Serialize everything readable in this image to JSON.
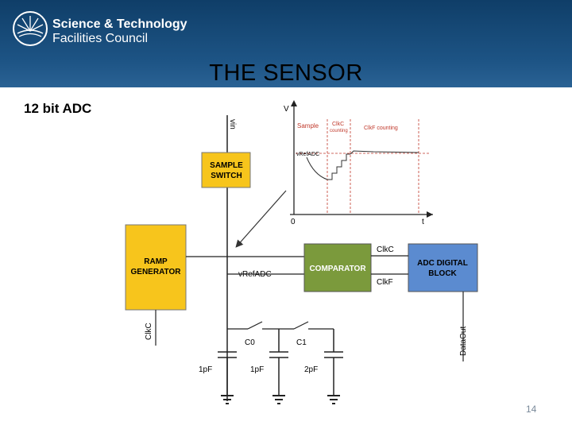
{
  "header": {
    "org_line1": "Science & Technology",
    "org_line2": "Facilities Council",
    "bg_color": "#1a4f80"
  },
  "slide": {
    "title": "THE SENSOR",
    "subtitle": "12 bit ADC",
    "page_number": "14"
  },
  "diagram": {
    "blocks": {
      "sample_switch_1": "SAMPLE",
      "sample_switch_2": "SWITCH",
      "ramp_1": "RAMP",
      "ramp_2": "GENERATOR",
      "comparator": "COMPARATOR",
      "adc_1": "ADC DIGITAL",
      "adc_2": "BLOCK"
    },
    "labels": {
      "vin": "vin",
      "vref": "vRefADC",
      "clkc_top": "ClkC",
      "clkf": "ClkF",
      "clkc_left": "ClkC",
      "dataout": "DataOut",
      "c0": "C0",
      "c1": "C1",
      "cap1": "1pF",
      "cap2": "1pF",
      "cap3": "2pF"
    },
    "inset": {
      "axis_v": "V",
      "axis_t": "t",
      "origin": "0",
      "phase_sample": "Sample",
      "phase_clkc": "ClkC",
      "phase_clkc_2": "counting",
      "phase_clkf": "ClkF counting",
      "vref_label": "vRefADC"
    },
    "colors": {
      "yellow": "#f7c51c",
      "green": "#7b9a3c",
      "blue": "#5b8bd0",
      "red": "#c0392b"
    }
  }
}
